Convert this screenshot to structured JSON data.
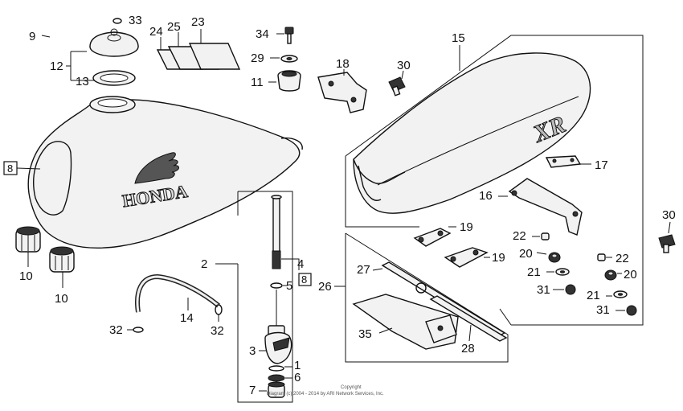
{
  "labels": {
    "p1": "1",
    "p2": "2",
    "p3": "3",
    "p4": "4",
    "p5": "5",
    "p6": "6",
    "p7": "7",
    "ref8_tank": "8",
    "ref8_valve": "8",
    "p9": "9",
    "p10a": "10",
    "p10b": "10",
    "p11": "11",
    "p12": "12",
    "p13": "13",
    "p14": "14",
    "p15": "15",
    "p16": "16",
    "p17": "17",
    "p18": "18",
    "p19a": "19",
    "p19b": "19",
    "p20a": "20",
    "p20b": "20",
    "p21a": "21",
    "p21b": "21",
    "p22a": "22",
    "p22b": "22",
    "p23": "23",
    "p24": "24",
    "p25": "25",
    "p26": "26",
    "p27": "27",
    "p28": "28",
    "p29": "29",
    "p30a": "30",
    "p30b": "30",
    "p31a": "31",
    "p31b": "31",
    "p32a": "32",
    "p32b": "32",
    "p33": "33",
    "p34": "34",
    "p35": "35"
  },
  "tank_logo": "HONDA",
  "seat_logo": "XR",
  "copyright": {
    "line1": "Copyright",
    "line2": "Diagram (c) 2004 - 2014 by ARI Network Services, Inc."
  }
}
